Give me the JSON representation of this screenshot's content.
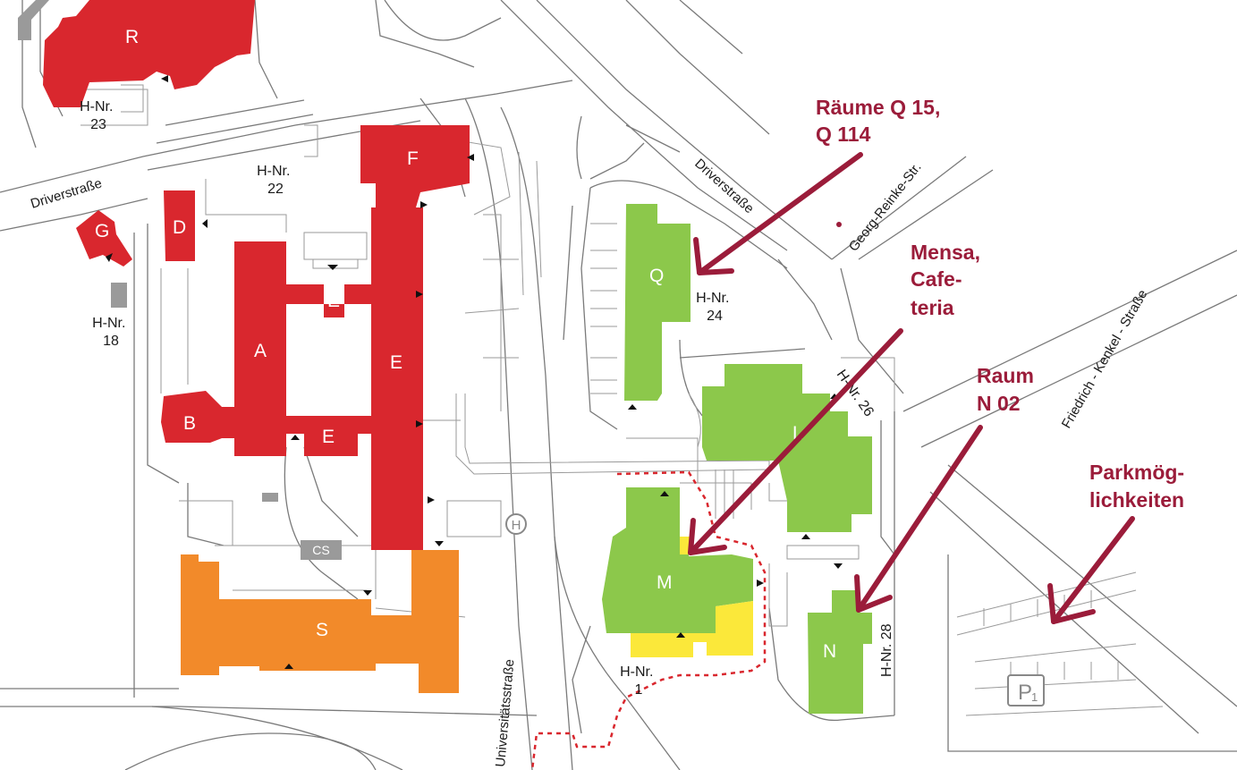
{
  "buildings": {
    "r": "R",
    "g": "G",
    "d": "D",
    "f": "F",
    "a": "A",
    "b": "B",
    "e1": "E",
    "e2": "E",
    "e3": "E",
    "s": "S",
    "cs": "CS",
    "q": "Q",
    "l": "L",
    "m": "M",
    "n": "N",
    "h": "H",
    "p": "P",
    "p_sub": "1"
  },
  "house_numbers": {
    "h23": [
      "H-Nr.",
      "23"
    ],
    "h22": [
      "H-Nr.",
      "22"
    ],
    "h18": [
      "H-Nr.",
      "18"
    ],
    "h24": [
      "H-Nr.",
      "24"
    ],
    "h1": [
      "H-Nr.",
      "1"
    ],
    "h26": "H-Nr. 26",
    "h28": "H-Nr. 28"
  },
  "streets": {
    "driver_west": "Driverstraße",
    "driver_east": "Driverstraße",
    "georg": "Georg-Reinke-Str.",
    "friedrich": "Friedrich - Kenkel - Straße",
    "universitaet": "Universitätsstraße"
  },
  "annotations": {
    "raeume_q": [
      "Räume Q 15,",
      "Q 114"
    ],
    "mensa": [
      "Mensa,",
      "Cafe-",
      "teria"
    ],
    "raum_n": [
      "Raum",
      "N 02"
    ],
    "parking": [
      "Parkmög-",
      "lichkeiten"
    ]
  },
  "colors": {
    "existing_buildings": "#d9272e",
    "building_s": "#f28a2a",
    "new_buildings": "#8cc84b",
    "yellow_area": "#fbe83a",
    "annotation_arrows": "#9b1c3a"
  }
}
